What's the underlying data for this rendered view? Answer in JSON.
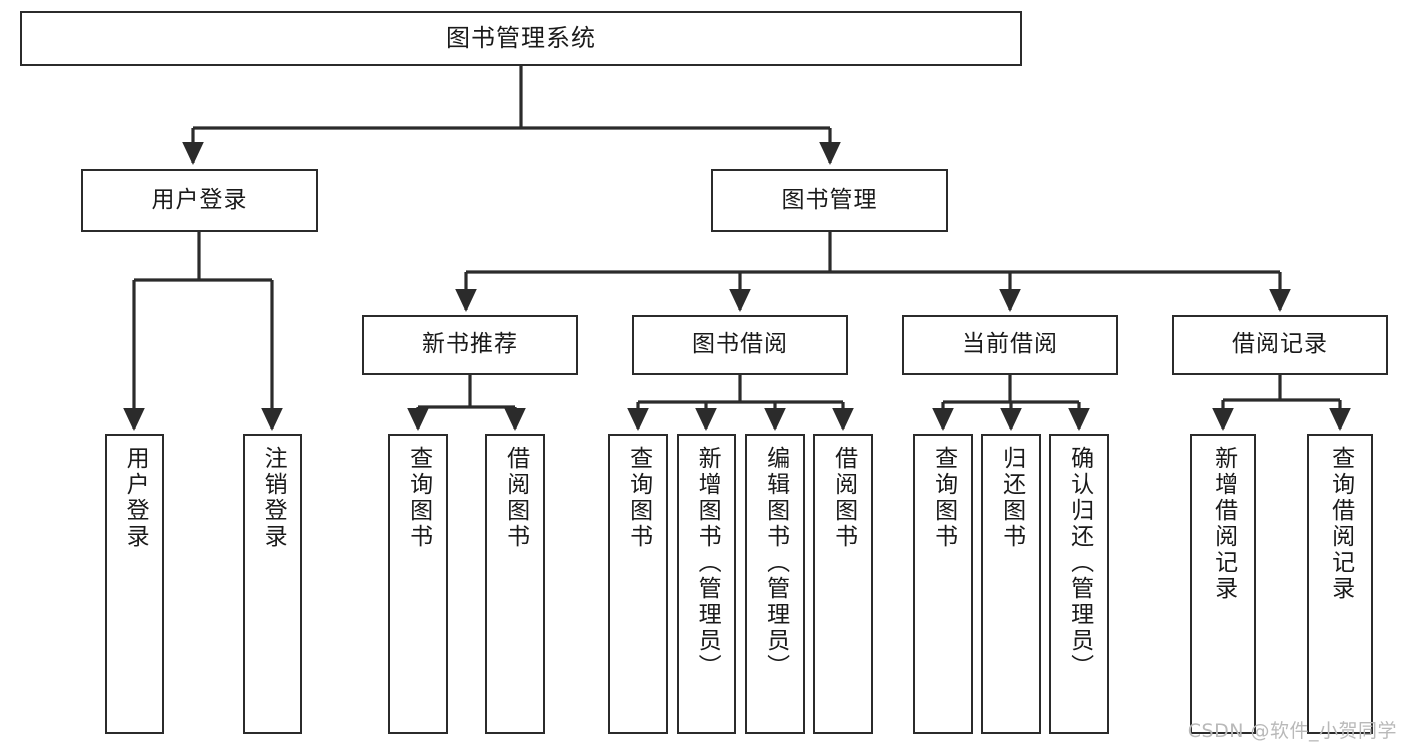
{
  "diagram": {
    "title": "图书管理系统",
    "type": "tree",
    "root": {
      "id": "root",
      "label": "图书管理系统"
    },
    "level2": [
      {
        "id": "user-login",
        "label": "用户登录"
      },
      {
        "id": "book-manage",
        "label": "图书管理"
      }
    ],
    "level3": [
      {
        "id": "new-book-rec",
        "label": "新书推荐"
      },
      {
        "id": "book-borrow",
        "label": "图书借阅"
      },
      {
        "id": "current-borrow",
        "label": "当前借阅"
      },
      {
        "id": "borrow-record",
        "label": "借阅记录"
      }
    ],
    "leaves": {
      "user_login": [
        {
          "id": "leaf-user-login",
          "label": "用户登录"
        },
        {
          "id": "leaf-logout",
          "label": "注销登录"
        }
      ],
      "new_book_rec": [
        {
          "id": "leaf-query-book-1",
          "label": "查询图书"
        },
        {
          "id": "leaf-borrow-book-1",
          "label": "借阅图书"
        }
      ],
      "book_borrow": [
        {
          "id": "leaf-query-book-2",
          "label": "查询图书"
        },
        {
          "id": "leaf-add-book",
          "label": "新增图书（管理员）"
        },
        {
          "id": "leaf-edit-book",
          "label": "编辑图书（管理员）"
        },
        {
          "id": "leaf-borrow-book-2",
          "label": "借阅图书"
        }
      ],
      "current_borrow": [
        {
          "id": "leaf-query-book-3",
          "label": "查询图书"
        },
        {
          "id": "leaf-return-book",
          "label": "归还图书"
        },
        {
          "id": "leaf-confirm-return",
          "label": "确认归还（管理员）"
        }
      ],
      "borrow_record": [
        {
          "id": "leaf-add-record",
          "label": "新增借阅记录"
        },
        {
          "id": "leaf-query-record",
          "label": "查询借阅记录"
        }
      ]
    }
  },
  "watermark": {
    "text": "CSDN @软件_小贺同学"
  },
  "colors": {
    "stroke": "#2b2b2b",
    "fill": "#ffffff",
    "text": "#1a1a1a",
    "watermark": "#b9b9b9"
  }
}
